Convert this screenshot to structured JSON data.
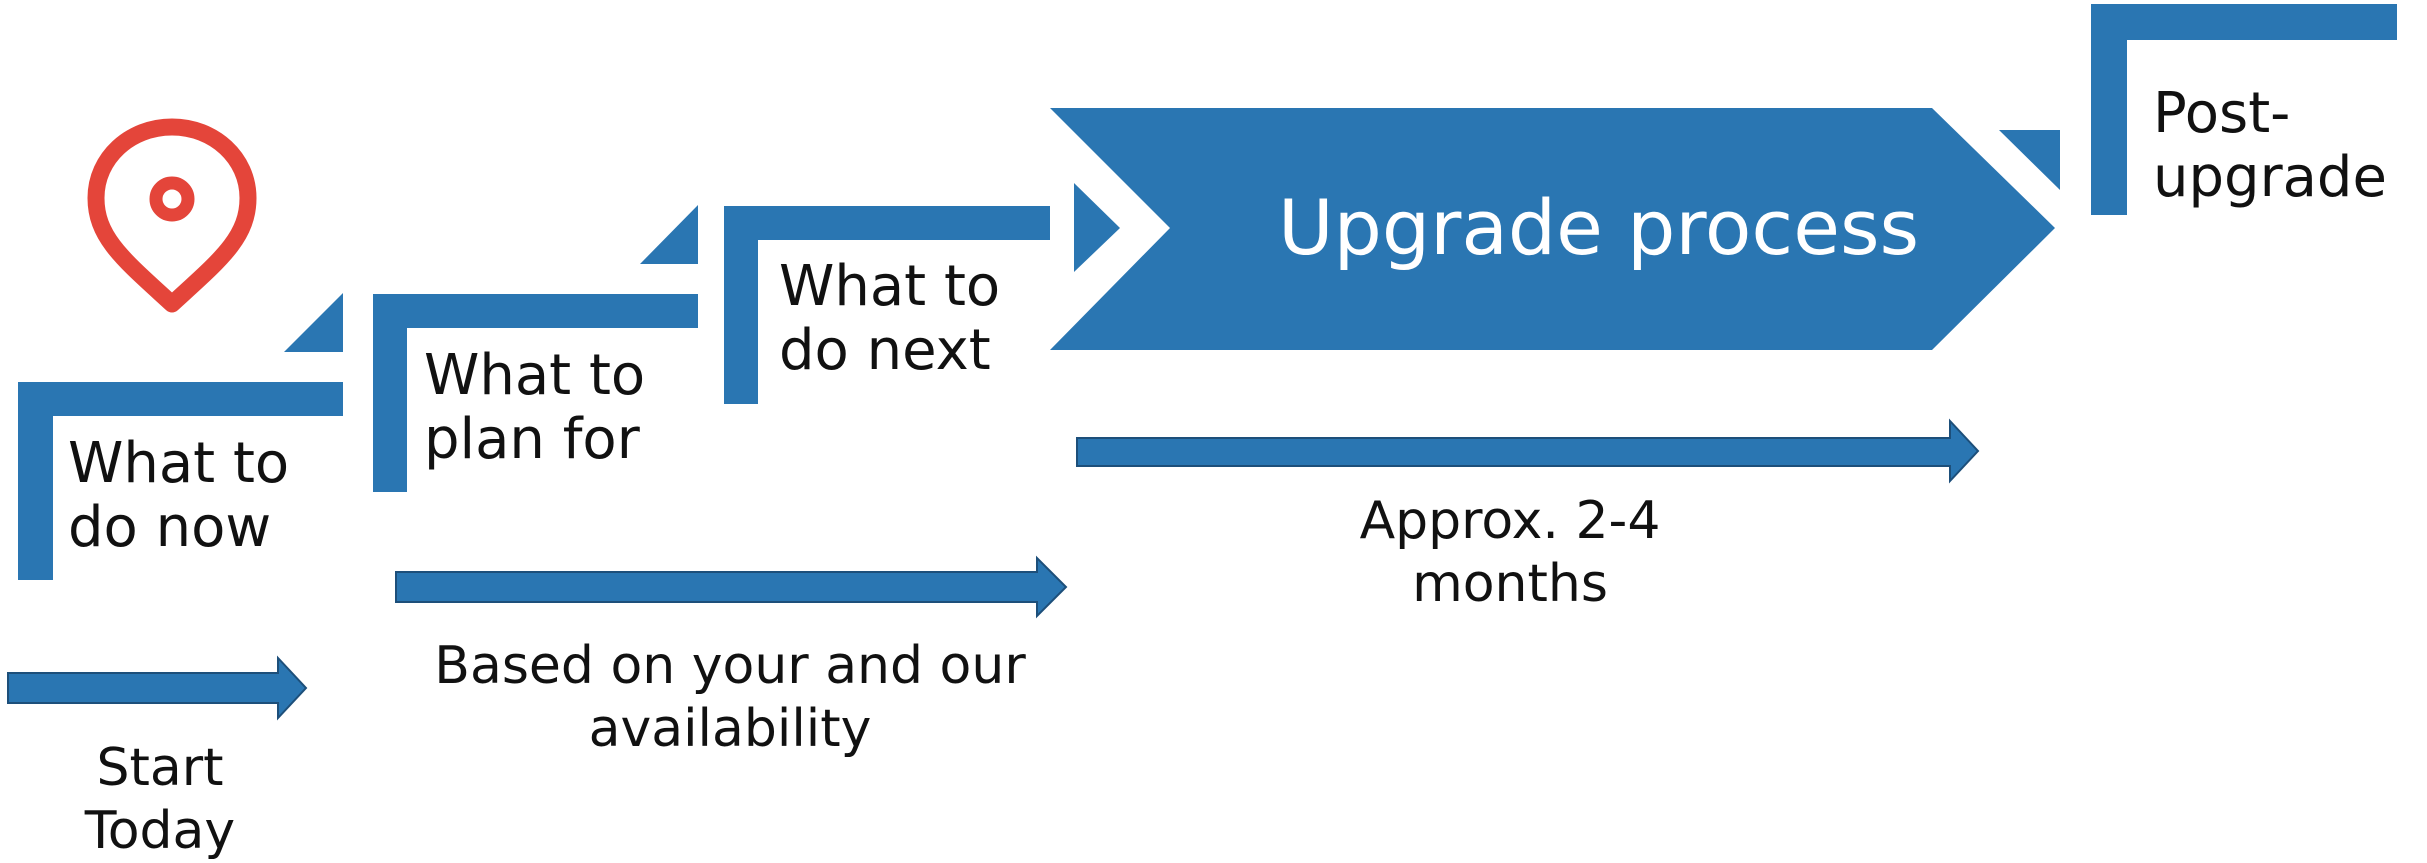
{
  "colors": {
    "step_blue": "#2a76b2",
    "pin_red": "#e4453a",
    "text": "#111111",
    "banner_text": "#ffffff"
  },
  "icons": {
    "location": "location-pin-icon"
  },
  "steps": {
    "do_now": "What to\ndo now",
    "plan_for": "What to\nplan for",
    "do_next": "What to\ndo next",
    "upgrade": "Upgrade process",
    "post_upgrade": "Post-\nupgrade"
  },
  "timeline": {
    "start": "Start\nToday",
    "availability": "Based on your and our\navailability",
    "duration": "Approx. 2-4\nmonths"
  }
}
